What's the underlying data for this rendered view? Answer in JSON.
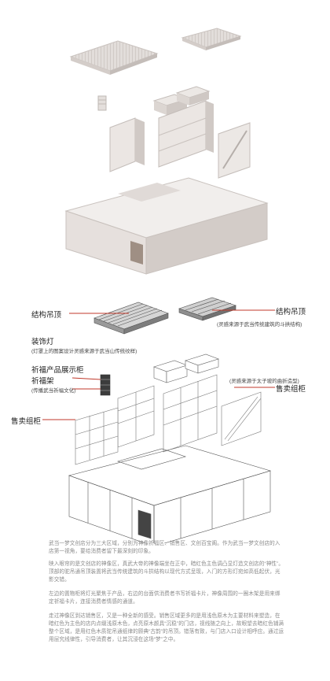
{
  "annotations": {
    "ceiling_right": {
      "title": "结构吊顶",
      "note": "(灵感来源于武当传统建筑的斗拱结构)"
    },
    "ceiling_left": {
      "title": "结构吊顶"
    },
    "lamp": {
      "title": "装饰灯",
      "note": "(灯罩上的图案设计灵感来源于武当山传统纹样)"
    },
    "display_cabinet": {
      "title": "祈福产品展示柜"
    },
    "blessing_rack": {
      "title": "祈福架",
      "note": "(传播武当祈福文化)"
    },
    "stair_note": {
      "note": "(灵感来源于太子坡的曲折造型)"
    },
    "sales_cabinet_right": {
      "title": "售卖组柜"
    },
    "sales_cabinet_left": {
      "title": "售卖组柜"
    }
  },
  "paragraphs": [
    "武当一梦文创店分为三大区域，分别为神像祈福区、销售区、文创百宝阁。作为武当一梦文创店的入店第一视角，要给消费者留下最深刻的印象。",
    "映入眼帘的是文创店的神像区，真武大帝的神像端坐在正中，暗红色主色调凸显灯造文创店的“神性”。顶部的驼吊通吊顶装置将武当传统建筑的斗拱结构以现代方式呈现，入门的方形灯宛如高低起伏，光影交错。",
    "左边的置物柜将灯光聚焦于产品，右边的台面供消费者书写祈福卡片，神像周围的一圈木架是用来绑定祈福卡片，连接消费者情感的通道。",
    "走过神像区到达销售区，又是一种全新的感受。销售区域更多的是用浅色原木为主要材料来塑造，在暗红色为主色的店内点缀浅原木色，点亮原木颜具“沉稳”的门店，视线随之向上，故眼望去暗红色铺满整个区域，是用红色木质驼吊通纸律的顾典“古韵”的吊顶。错落有致，与门店入口设计相呼应。通过运用层究线律性，引导消费者，让其沉浸在这场“梦”之中。"
  ],
  "colors": {
    "accent_line": "#c0392b",
    "render_wall": "#e9e4e1",
    "render_shadow": "#c9c2be",
    "wire": "#777777"
  }
}
